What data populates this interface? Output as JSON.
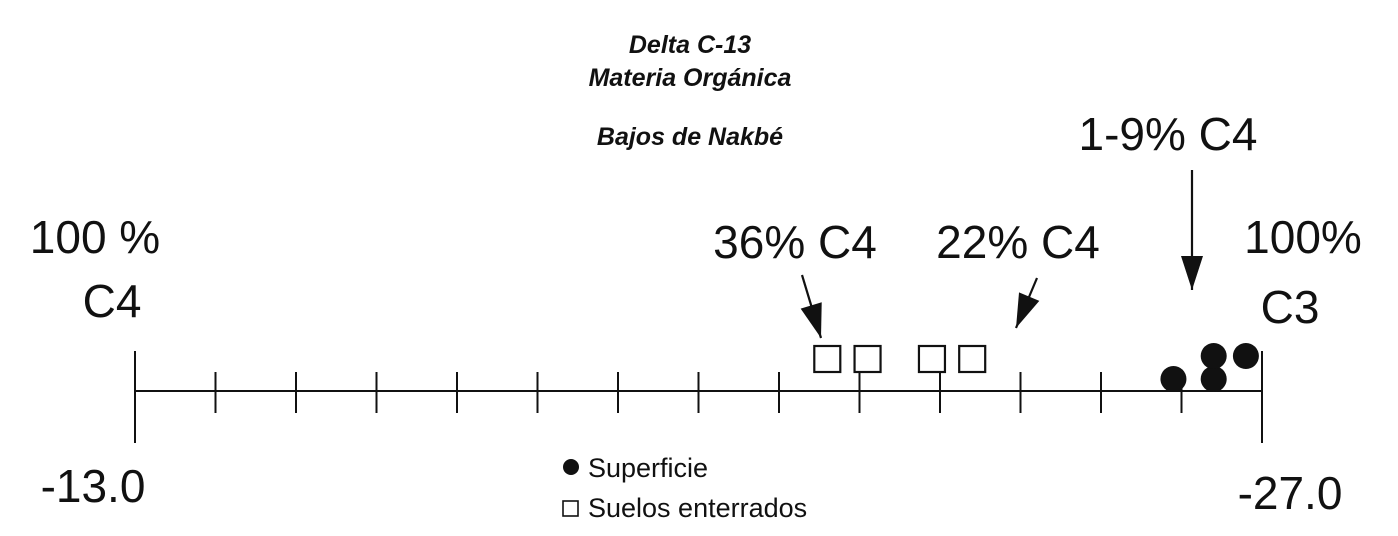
{
  "chart_data": {
    "type": "scatter",
    "title_lines": [
      "Delta C-13",
      "Materia Orgánica"
    ],
    "subtitle": "Bajos de Nakbé",
    "xlim": [
      -13.0,
      -27.0
    ],
    "tick_step": 1.0,
    "axis_end_labels": {
      "left": "-13.0",
      "right": "-27.0"
    },
    "end_annotations": {
      "left": [
        "100 %",
        "C4"
      ],
      "right": [
        "100%",
        "C3"
      ]
    },
    "series": [
      {
        "name": "Superficie",
        "marker": "filled-circle",
        "points": [
          {
            "x": -25.9,
            "level": 0
          },
          {
            "x": -26.4,
            "level": 0
          },
          {
            "x": -26.4,
            "level": 1
          },
          {
            "x": -26.8,
            "level": 1
          }
        ]
      },
      {
        "name": "Suelos enterrados",
        "marker": "open-square",
        "points": [
          {
            "x": -21.6
          },
          {
            "x": -22.1
          },
          {
            "x": -22.9
          },
          {
            "x": -23.4
          }
        ]
      }
    ],
    "annotations": [
      {
        "text": "36% C4",
        "x": -21.6
      },
      {
        "text": "22% C4",
        "x": -23.6
      },
      {
        "text": "1-9% C4",
        "x": -26.2
      }
    ],
    "legend_position": "bottom-center"
  }
}
